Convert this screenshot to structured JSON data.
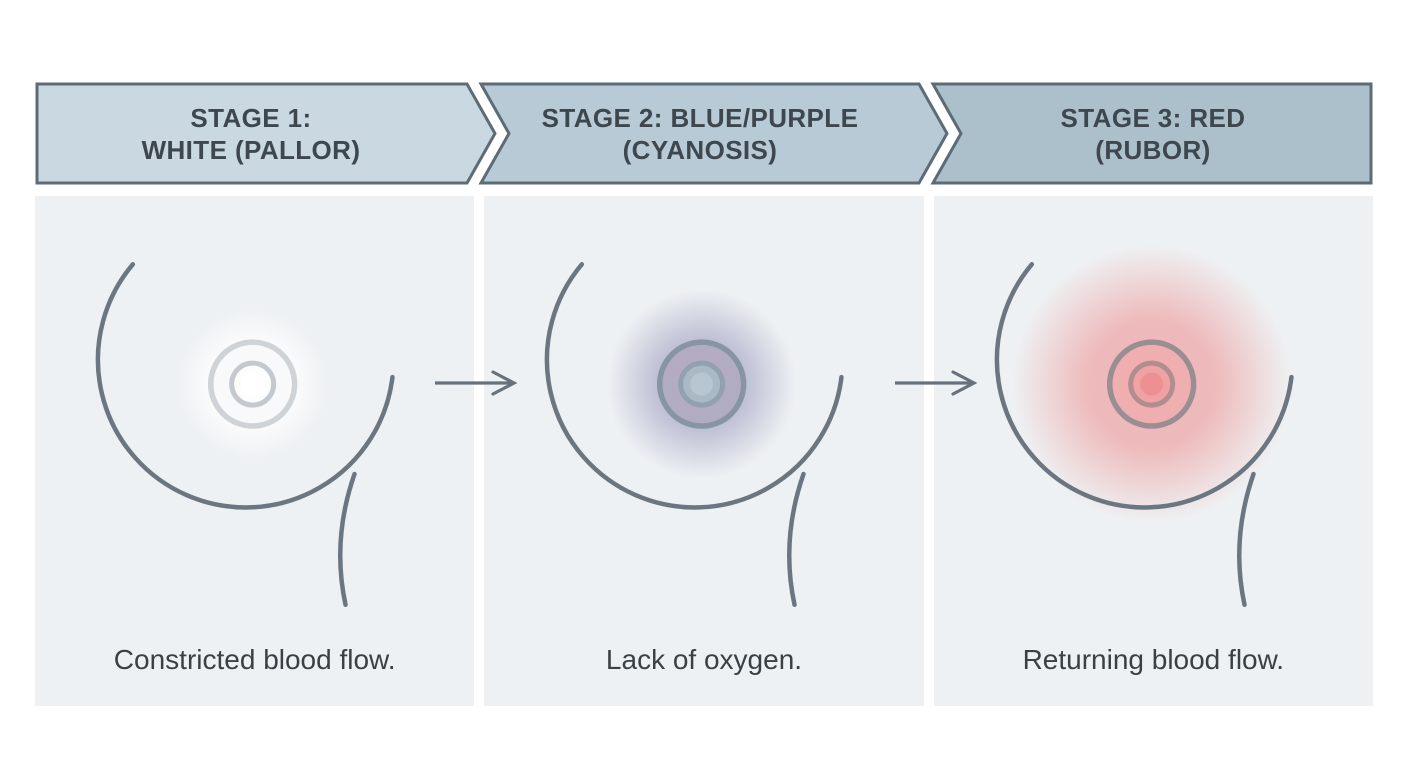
{
  "diagram": {
    "title_implicit": "Nipple vasospasm colour stages",
    "border_color": "#5d6b76",
    "header_text_color": "#3e464e",
    "panel_background": "#eef1f3",
    "caption_color": "#3a4146",
    "outline_color": "#6b7681",
    "arrow_color": "#68727d"
  },
  "stages": [
    {
      "header_line1": "STAGE 1:",
      "header_line2": "WHITE (PALLOR)",
      "header_fill": "#c9d8e1",
      "caption": "Constricted blood flow.",
      "figure": {
        "glow_inner": "rgba(255,255,255,0.95)",
        "glow_outer": "rgba(255,255,255,0)",
        "glow_radius": "75",
        "areola_stroke": "#cdd3d7",
        "areola_fill": "#f7f9fa",
        "nipple_stroke": "#c3c9ce",
        "nipple_fill": "#fdfdfe",
        "core_fill": "#ffffff"
      }
    },
    {
      "header_line1": "STAGE 2: BLUE/PURPLE",
      "header_line2": "(CYANOSIS)",
      "header_fill": "#b8cad5",
      "caption": "Lack of oxygen.",
      "figure": {
        "glow_inner": "rgba(148,148,186,0.55)",
        "glow_outer": "rgba(148,148,186,0)",
        "glow_radius": "95",
        "areola_stroke": "#8794a1",
        "areola_fill": "rgba(164,148,172,0.42)",
        "nipple_stroke": "#91a1ae",
        "nipple_fill": "#a9bac6",
        "core_fill": "#b7c6d1"
      }
    },
    {
      "header_line1": "STAGE 3: RED",
      "header_line2": "(RUBOR)",
      "header_fill": "#acc0cc",
      "caption": "Returning blood flow.",
      "figure": {
        "glow_inner": "rgba(238,148,148,0.6)",
        "glow_outer": "rgba(238,148,148,0)",
        "glow_radius": "140",
        "areola_stroke": "#9b8e92",
        "areola_fill": "rgba(240,164,164,0.5)",
        "nipple_stroke": "#b18d8f",
        "nipple_fill": "#efa2a4",
        "core_fill": "#ee8f93"
      }
    }
  ]
}
